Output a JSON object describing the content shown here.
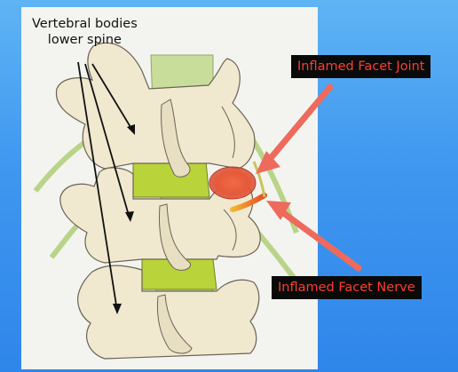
{
  "diagram": {
    "title_lines": [
      "Vertebral bodies",
      "lower spine"
    ],
    "callouts": {
      "joint": "Inflamed Facet Joint",
      "nerve": "Inflamed Facet Nerve"
    }
  },
  "colors": {
    "background": "#3f97ef",
    "bone": "#f0e8cf",
    "bone_outline": "#6a6355",
    "disc": "#b8d43a",
    "cord": "#c9dd9b",
    "inflammation": "#e8583a",
    "arrow": "#ee6a5c",
    "callout_text": "#ff3d2e"
  }
}
